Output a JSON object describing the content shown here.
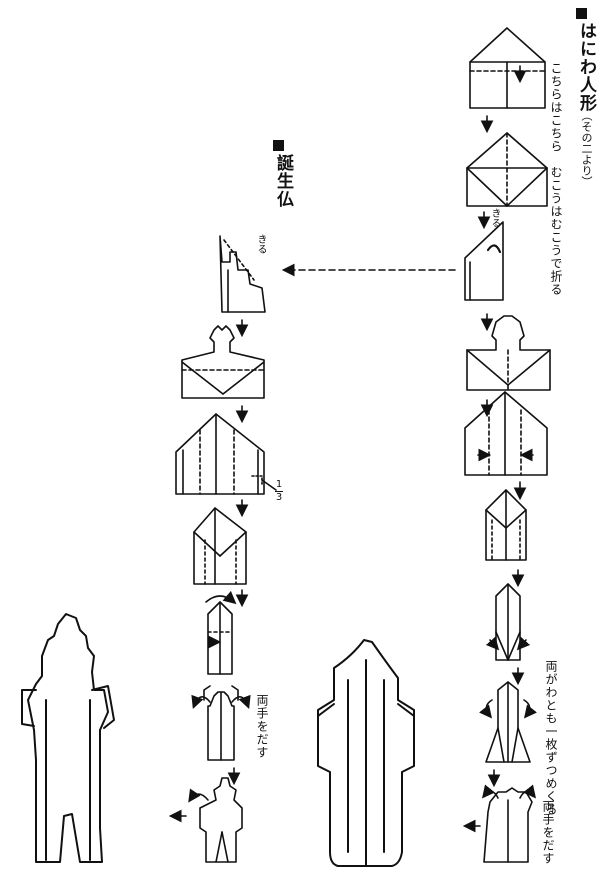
{
  "sections": {
    "haniwa": {
      "title": "はにわ人形",
      "subtitle": "（その二より）"
    },
    "tanjobutsu": {
      "title": "誕生仏"
    }
  },
  "notes": {
    "front_back_fold": "こちらはこちら　むこうはむこうで折る",
    "cut_left": "きる",
    "cut_right": "きる",
    "fraction_num": "1",
    "fraction_den": "3",
    "pull_hands_left": "両手をだす",
    "pull_hands_right": "両手をだす",
    "flip_layers": "両がわとも一枚ずつめくる"
  }
}
